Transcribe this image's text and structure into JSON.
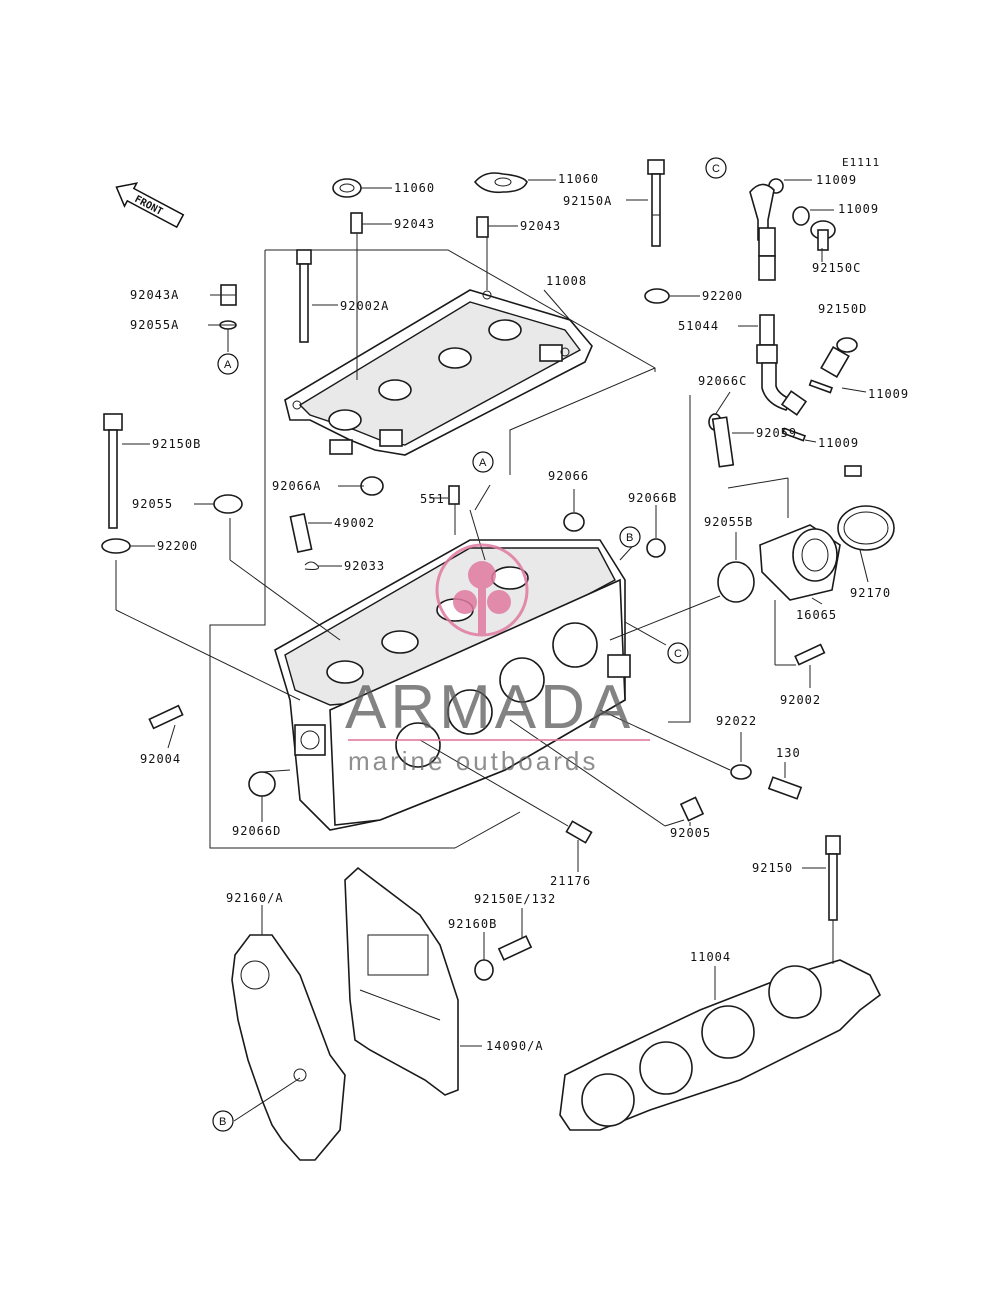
{
  "diagram_code": "E1111",
  "front_arrow": {
    "label": "FRONT"
  },
  "watermark": {
    "brand": "ARMADA",
    "tagline": "marine outboards",
    "logo_color": "#e07aa0"
  },
  "callouts": [
    "A",
    "B",
    "C"
  ],
  "parts": [
    {
      "id": "p11060a",
      "label": "11060"
    },
    {
      "id": "p11060b",
      "label": "11060"
    },
    {
      "id": "p92043a",
      "label": "92043"
    },
    {
      "id": "p92043b",
      "label": "92043"
    },
    {
      "id": "p92150A",
      "label": "92150A"
    },
    {
      "id": "p11009a",
      "label": "11009"
    },
    {
      "id": "p11009b",
      "label": "11009"
    },
    {
      "id": "p11009c",
      "label": "11009"
    },
    {
      "id": "p11009d",
      "label": "11009"
    },
    {
      "id": "p92150C",
      "label": "92150C"
    },
    {
      "id": "p92150D",
      "label": "92150D"
    },
    {
      "id": "p92043A",
      "label": "92043A"
    },
    {
      "id": "p92055A",
      "label": "92055A"
    },
    {
      "id": "p92002A",
      "label": "92002A"
    },
    {
      "id": "p11008",
      "label": "11008"
    },
    {
      "id": "p92200a",
      "label": "92200"
    },
    {
      "id": "p51044",
      "label": "51044"
    },
    {
      "id": "p92066C",
      "label": "92066C"
    },
    {
      "id": "p92059",
      "label": "92059"
    },
    {
      "id": "p92150B",
      "label": "92150B"
    },
    {
      "id": "p92066A",
      "label": "92066A"
    },
    {
      "id": "p92066",
      "label": "92066"
    },
    {
      "id": "p92066B",
      "label": "92066B"
    },
    {
      "id": "p551",
      "label": "551"
    },
    {
      "id": "p92055",
      "label": "92055"
    },
    {
      "id": "p49002",
      "label": "49002"
    },
    {
      "id": "p92055B",
      "label": "92055B"
    },
    {
      "id": "p92200b",
      "label": "92200"
    },
    {
      "id": "p92033",
      "label": "92033"
    },
    {
      "id": "p92170",
      "label": "92170"
    },
    {
      "id": "p16065",
      "label": "16065"
    },
    {
      "id": "p92002",
      "label": "92002"
    },
    {
      "id": "p92004",
      "label": "92004"
    },
    {
      "id": "p92022",
      "label": "92022"
    },
    {
      "id": "p130",
      "label": "130"
    },
    {
      "id": "p92066D",
      "label": "92066D"
    },
    {
      "id": "p92005",
      "label": "92005"
    },
    {
      "id": "p21176",
      "label": "21176"
    },
    {
      "id": "p92150",
      "label": "92150"
    },
    {
      "id": "p92160A",
      "label": "92160/A"
    },
    {
      "id": "p92150E",
      "label": "92150E/132"
    },
    {
      "id": "p92160B",
      "label": "92160B"
    },
    {
      "id": "p11004",
      "label": "11004"
    },
    {
      "id": "p14090A",
      "label": "14090/A"
    }
  ]
}
